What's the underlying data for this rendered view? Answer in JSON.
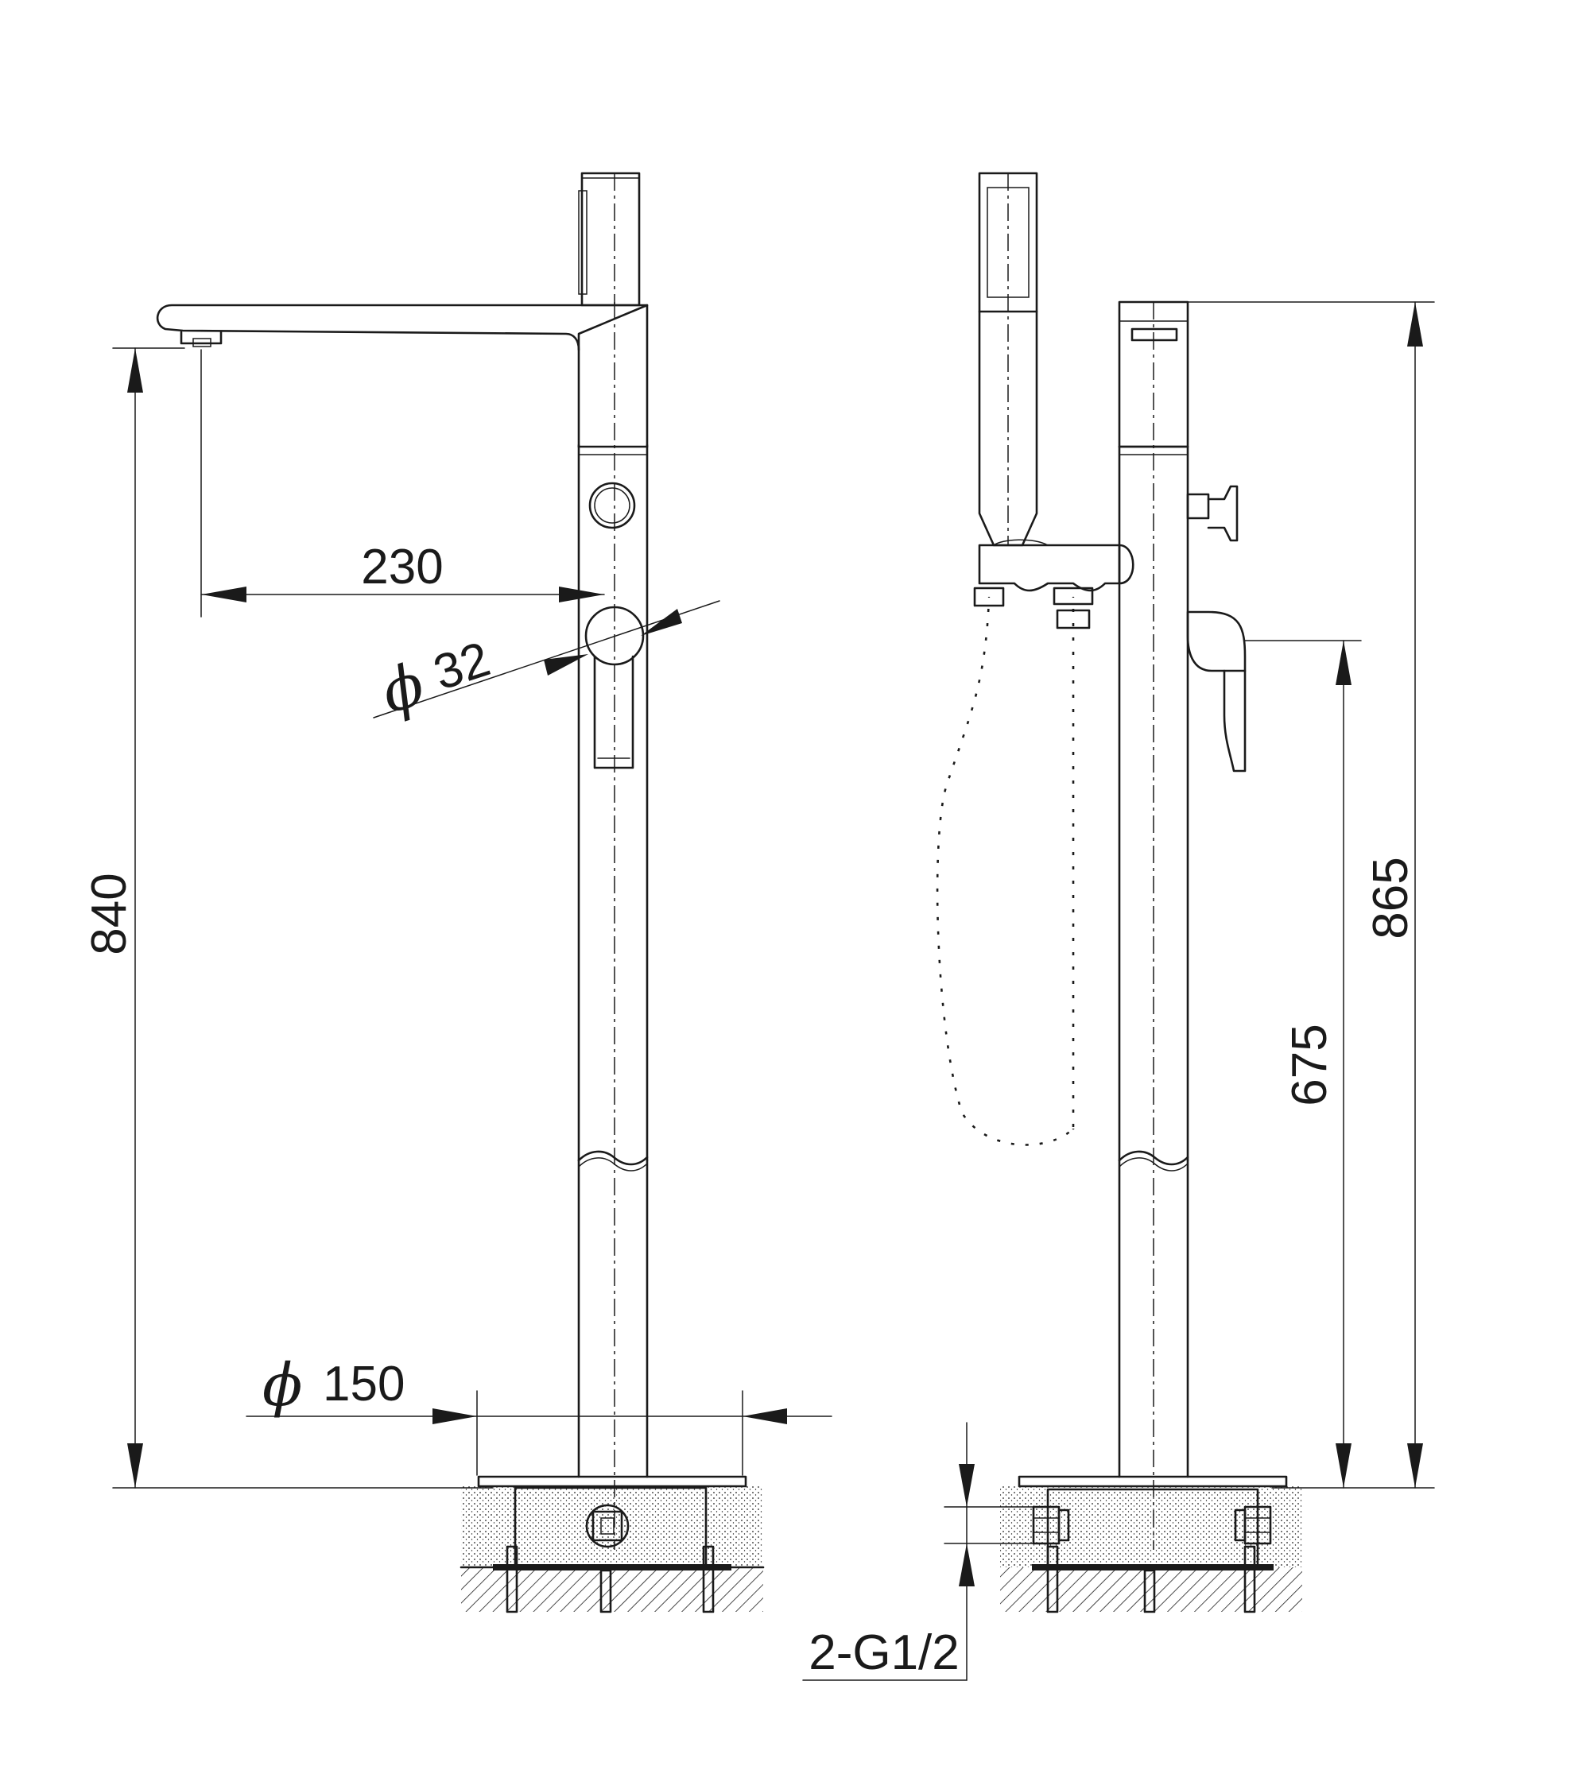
{
  "dimensions": {
    "spout_reach": "230",
    "pipe_diameter_symbol": "ϕ",
    "pipe_diameter_value": "32",
    "base_diameter_symbol": "ϕ",
    "base_diameter_value": "150",
    "spout_height": "840",
    "lever_height": "675",
    "total_height": "865",
    "inlet_connection": "2-G1/2"
  },
  "colors": {
    "line": "#1a1a1a",
    "background": "#ffffff"
  }
}
